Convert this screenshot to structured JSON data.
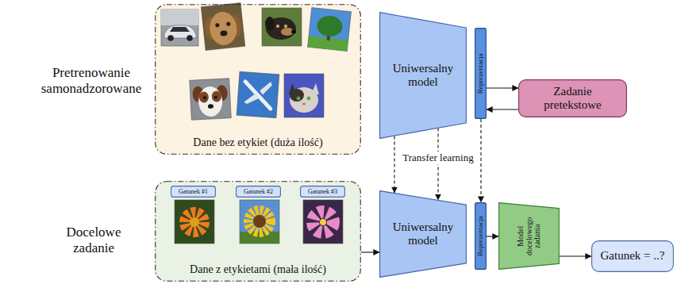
{
  "diagram": {
    "nodes": [
      {
        "text": [
          "Dane bez etykiet (duża ilość)"
        ]
      },
      {
        "text": [
          "Uniwersalny model"
        ]
      },
      {
        "text": [
          "Reprezentacja"
        ]
      },
      {
        "text": [
          "Zadanie pretekstowe"
        ]
      },
      {
        "text": [
          "Dane z etykietami (mała ilość)"
        ]
      },
      {
        "text": [
          "Gatunek #1"
        ],
        "in": 4
      },
      {
        "text": [
          "Gatunek #2"
        ],
        "in": 4
      },
      {
        "text": [
          "Gatunek #3"
        ],
        "in": 4
      },
      {
        "text": [
          "Uniwersalny model"
        ]
      },
      {
        "text": [
          "Reprezentacja"
        ]
      },
      {
        "text": [
          "Model docelowego zadania"
        ]
      },
      {
        "text": [
          "Gatunek = ..?"
        ]
      }
    ],
    "edges": [
      {
        "from": 2,
        "to": 3,
        "arrow": "to"
      },
      {
        "from": 3,
        "to": 2,
        "arrow": "to"
      },
      {
        "from": 1,
        "to": 8,
        "arrow": "to"
      },
      {
        "from": 1,
        "to": 8,
        "arrow": "to",
        "label": "Transfer learning"
      },
      {
        "from": 2,
        "to": 9,
        "arrow": "to"
      },
      {
        "from": 4,
        "to": 8,
        "arrow": "to"
      },
      {
        "from": 9,
        "to": 10,
        "arrow": "to"
      },
      {
        "from": 10,
        "to": 11,
        "arrow": "to"
      }
    ],
    "labels": [
      "Pretrenowanie samonadzorowane",
      "Docelowe zadanie"
    ]
  }
}
